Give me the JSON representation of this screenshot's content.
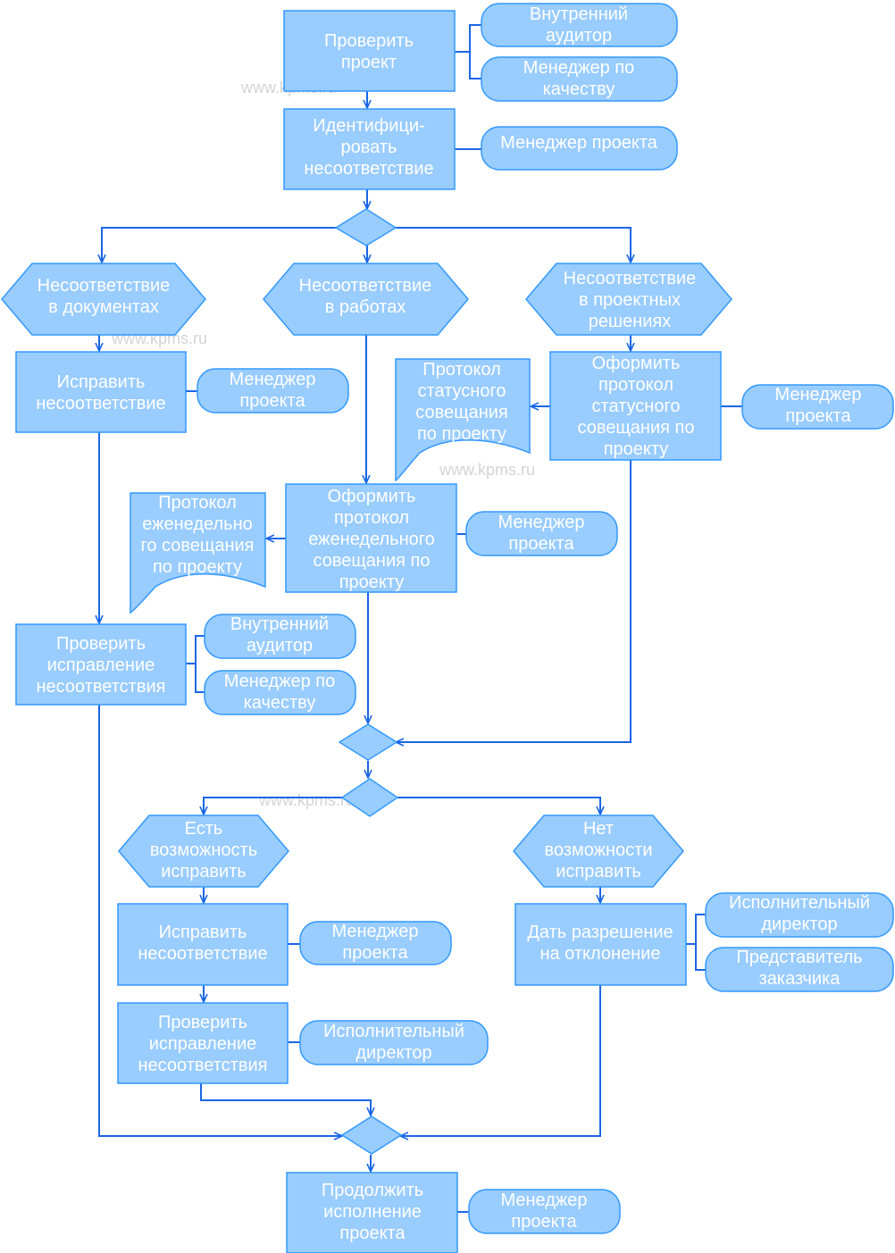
{
  "watermark": "www.kpms.ru",
  "colors": {
    "fill": "#99ccff",
    "stroke": "#3399ff",
    "line": "#1a66e6",
    "text": "#ffffff",
    "watermark": "#d4d4d4"
  },
  "nodes": {
    "check_project": [
      "Проверить",
      "проект"
    ],
    "internal_auditor_1": [
      "Внутренний",
      "аудитор"
    ],
    "quality_manager_1": [
      "Менеджер по",
      "качеству"
    ],
    "identify_nc": [
      "Идентифици-",
      "ровать",
      "несоответствие"
    ],
    "project_manager_1": [
      "Менеджер проекта"
    ],
    "nc_docs": [
      "Несоответствие",
      "в документах"
    ],
    "nc_works": [
      "Несоответствие",
      "в работах"
    ],
    "nc_design": [
      "Несоответствие",
      "в проектных",
      "решениях"
    ],
    "fix_nc_1": [
      "Исправить",
      "несоответствие"
    ],
    "project_manager_2": [
      "Менеджер",
      "проекта"
    ],
    "status_protocol_doc": [
      "Протокол",
      "статусного",
      "совещания",
      "по проекту"
    ],
    "make_status_protocol": [
      "Оформить",
      "протокол",
      "статусного",
      "совещания по",
      "проекту"
    ],
    "project_manager_3": [
      "Менеджер",
      "проекта"
    ],
    "weekly_protocol_doc": [
      "Протокол",
      "еженедельно",
      "го совещания",
      "по проекту"
    ],
    "make_weekly_protocol": [
      "Оформить",
      "протокол",
      "еженедельного",
      "совещания по",
      "проекту"
    ],
    "project_manager_4": [
      "Менеджер",
      "проекта"
    ],
    "check_fix_1": [
      "Проверить",
      "исправление",
      "несоответствия"
    ],
    "internal_auditor_2": [
      "Внутренний",
      "аудитор"
    ],
    "quality_manager_2": [
      "Менеджер по",
      "качеству"
    ],
    "can_fix": [
      "Есть",
      "возможность",
      "исправить"
    ],
    "cannot_fix": [
      "Нет",
      "возможности",
      "исправить"
    ],
    "fix_nc_2": [
      "Исправить",
      "несоответствие"
    ],
    "project_manager_5": [
      "Менеджер",
      "проекта"
    ],
    "permit_deviation": [
      "Дать разрешение",
      "на отклонение"
    ],
    "exec_director_1": [
      "Исполнительный",
      "директор"
    ],
    "customer_rep": [
      "Представитель",
      "заказчика"
    ],
    "check_fix_2": [
      "Проверить",
      "исправление",
      "несоответствия"
    ],
    "exec_director_2": [
      "Исполнительный",
      "директор"
    ],
    "continue_project": [
      "Продолжить",
      "исполнение",
      "проекта"
    ],
    "project_manager_6": [
      "Менеджер",
      "проекта"
    ]
  }
}
